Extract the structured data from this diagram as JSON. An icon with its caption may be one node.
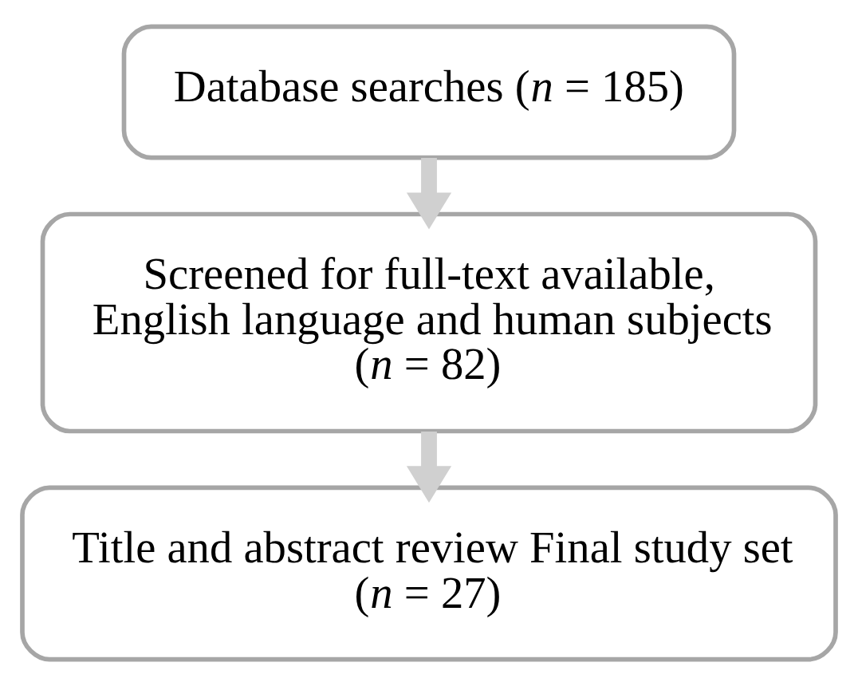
{
  "diagram": {
    "nodes": [
      {
        "text": [
          "Database searches (*n* = 185)"
        ]
      },
      {
        "text": [
          "Screened for full-text available, English language and human subjects (*n* = 82)"
        ]
      },
      {
        "text": [
          "Title and abstract review Final study set (*n* = 27)"
        ]
      }
    ],
    "edges": [
      {
        "from": 0,
        "to": 1,
        "arrow": "to"
      },
      {
        "from": 1,
        "to": 2,
        "arrow": "to"
      }
    ]
  }
}
